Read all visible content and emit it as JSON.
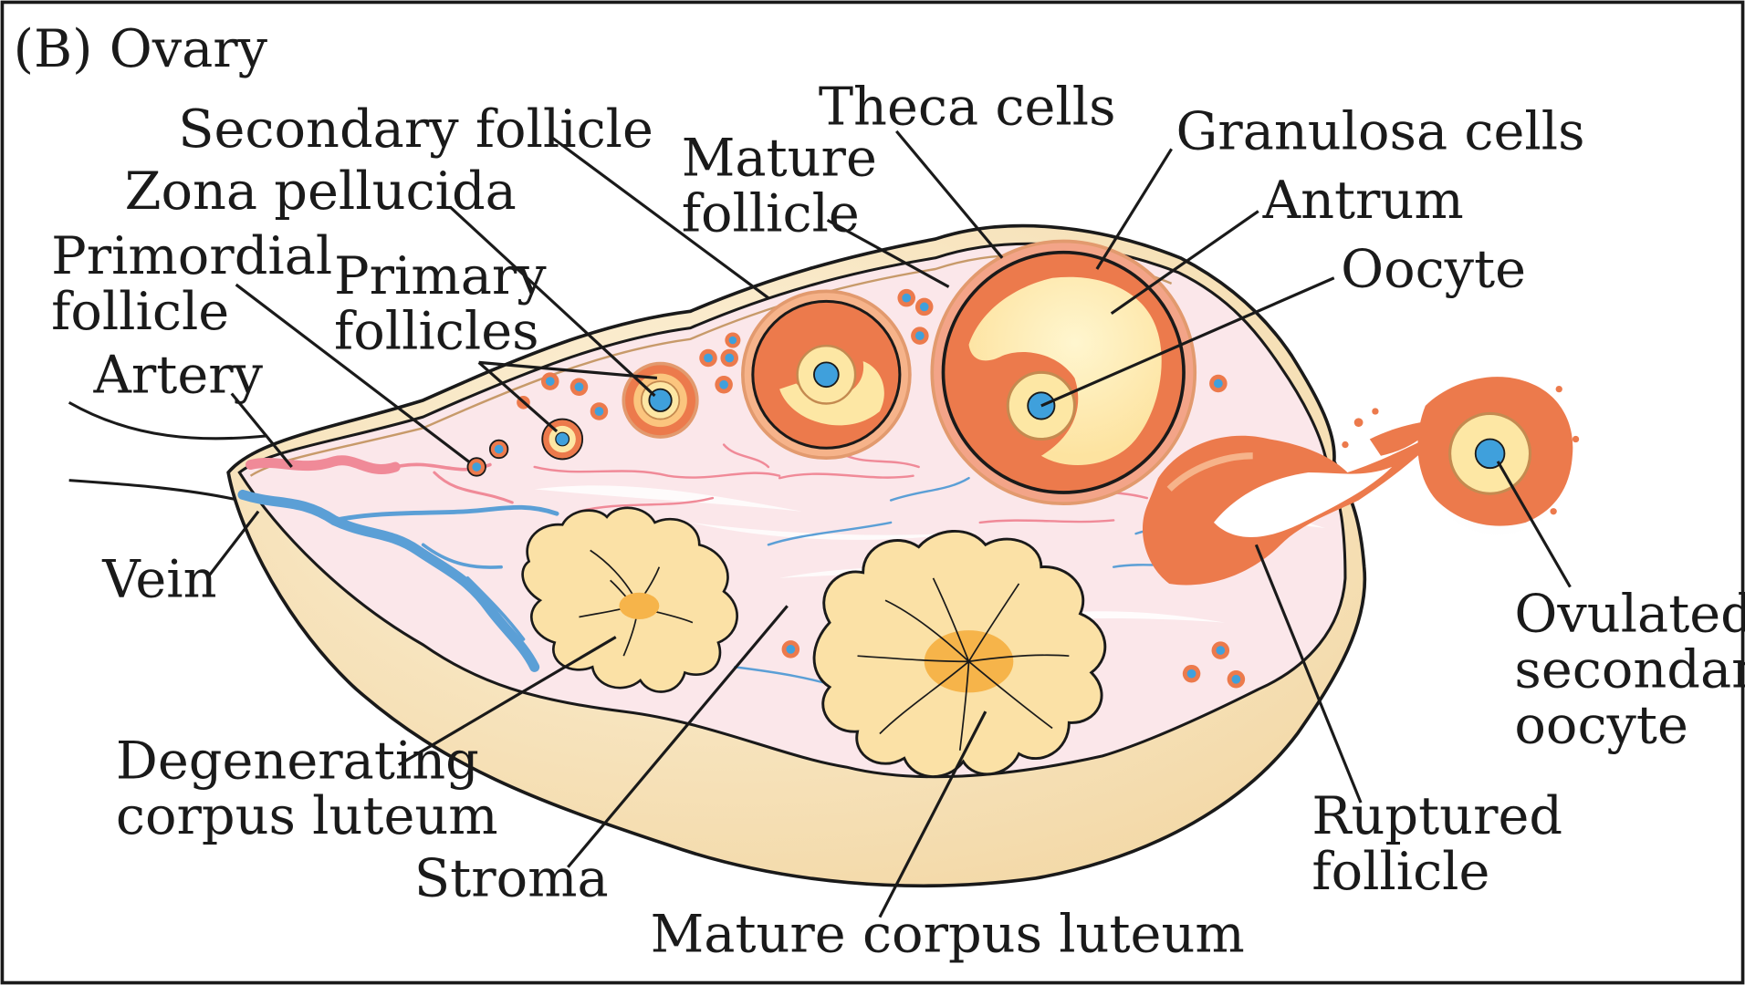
{
  "panel_title": "(B)  Ovary",
  "labels": {
    "secondary_follicle": "Secondary follicle",
    "zona_pellucida": "Zona pellucida",
    "primordial_follicle_1": "Primordial",
    "primordial_follicle_2": "follicle",
    "primary_follicles_1": "Primary",
    "primary_follicles_2": "follicles",
    "artery": "Artery",
    "vein": "Vein",
    "mature_follicle_1": "Mature",
    "mature_follicle_2": "follicle",
    "theca_cells": "Theca cells",
    "granulosa_cells": "Granulosa cells",
    "antrum": "Antrum",
    "oocyte": "Oocyte",
    "ovulated_1": "Ovulated",
    "ovulated_2": "secondary",
    "ovulated_3": "oocyte",
    "ruptured_1": "Ruptured",
    "ruptured_2": "follicle",
    "degenerating_1": "Degenerating",
    "degenerating_2": "corpus luteum",
    "stroma": "Stroma",
    "mature_corpus_luteum": "Mature corpus luteum"
  },
  "colors": {
    "border": "#1a1a1a",
    "ovary_body": "#f8e2b8",
    "cortex": "#fbe6e8",
    "follicle_orange": "#ec7a4c",
    "granulosa_cream": "#fde7a4",
    "oocyte_blue": "#3fa0dc",
    "artery_red": "#f08a98",
    "vein_blue": "#5b9fd6",
    "corpus_luteum": "#fbe1a6",
    "corpus_center": "#f6b44a"
  }
}
